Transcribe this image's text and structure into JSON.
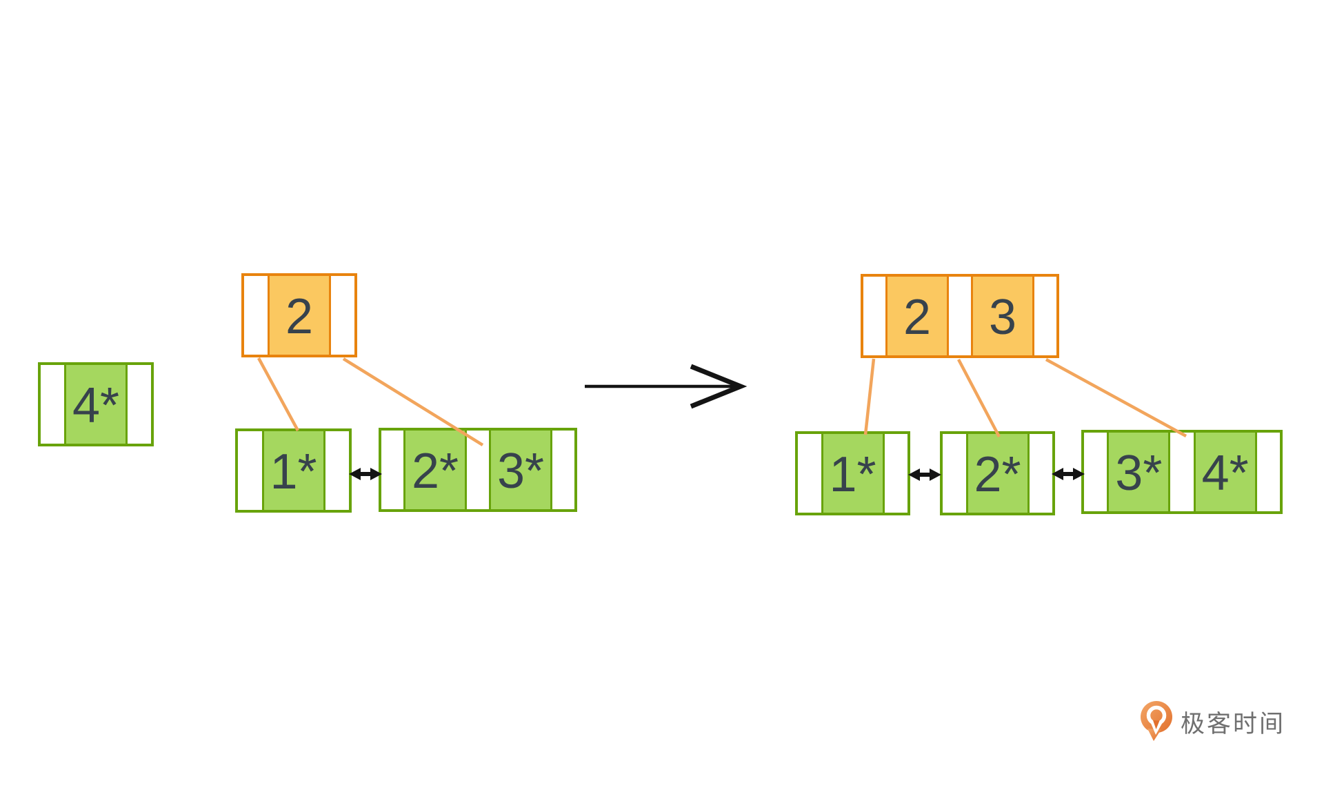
{
  "btree": {
    "before": {
      "insert_record": {
        "keys": [
          "4*"
        ]
      },
      "root": {
        "keys": [
          "2"
        ]
      },
      "leaves": [
        {
          "keys": [
            "1*"
          ]
        },
        {
          "keys": [
            "2*",
            "3*"
          ]
        }
      ]
    },
    "after": {
      "root": {
        "keys": [
          "2",
          "3"
        ]
      },
      "leaves": [
        {
          "keys": [
            "1*"
          ]
        },
        {
          "keys": [
            "2*"
          ]
        },
        {
          "keys": [
            "3*",
            "4*"
          ]
        }
      ]
    }
  },
  "colors": {
    "internal_fill": "#fbc860",
    "internal_border": "#e8830e",
    "leaf_fill": "#a5d75f",
    "leaf_border": "#68a30b",
    "connector": "#f2a55c",
    "key_text": "#37424c",
    "arrow": "#141414",
    "logo_orange": "#ed8c46",
    "logo_orange_dark": "#e2702d",
    "watermark_text": "#6f6f6f"
  },
  "watermark": {
    "brand_name": "极客时间"
  }
}
